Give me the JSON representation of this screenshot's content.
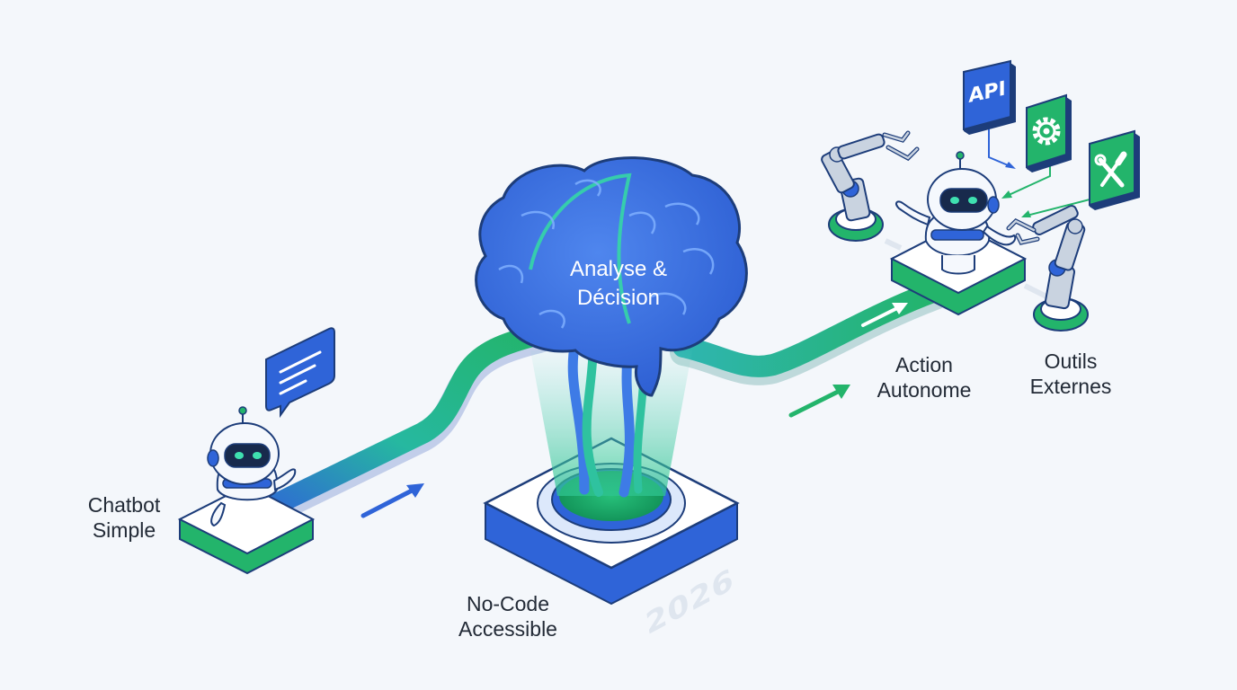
{
  "stages": {
    "chatbot": {
      "line1": "Chatbot",
      "line2": "Simple"
    },
    "nocode": {
      "line1": "No-Code",
      "line2": "Accessible"
    },
    "brain": {
      "line1": "Analyse &",
      "line2": "Décision"
    },
    "action": {
      "line1": "Action",
      "line2": "Autonome"
    },
    "tools": {
      "line1": "Outils",
      "line2": "Externes"
    }
  },
  "tool_tiles": {
    "api": "API",
    "gear": "gear-icon",
    "wrench": "wrench-screwdriver-icon"
  },
  "year": "2026",
  "colors": {
    "blue": "#2f64d8",
    "blue_light": "#4f8af0",
    "green": "#23b46b",
    "teal": "#3fd2b0",
    "outline": "#1d3d7a",
    "background": "#f4f7fb"
  }
}
